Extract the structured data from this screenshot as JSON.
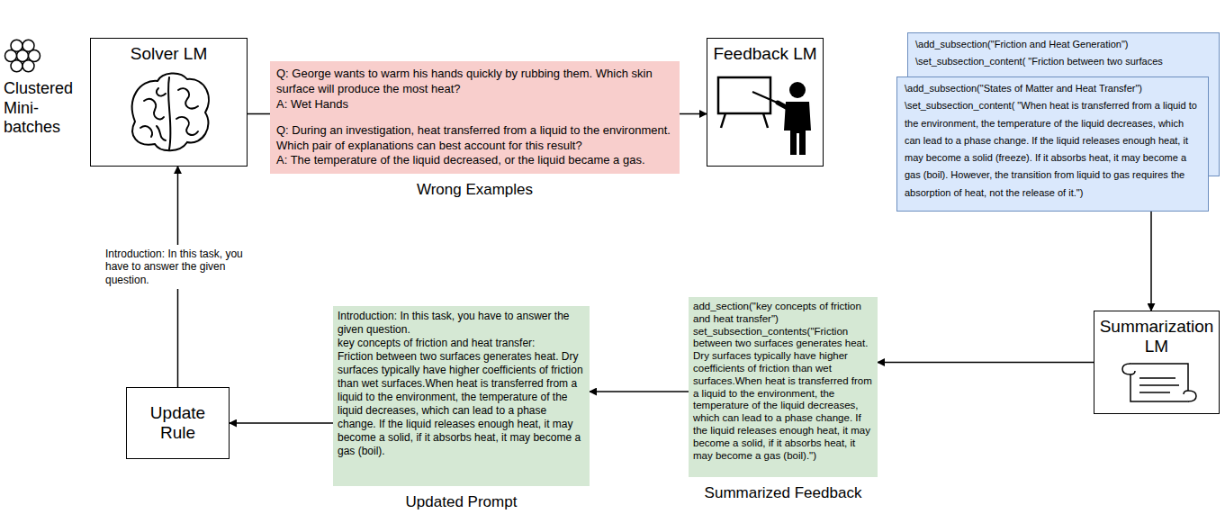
{
  "diagram": {
    "nodes": [
      {
        "text": [
          "Solver LM"
        ]
      },
      {
        "text": [
          "Q: George wants to warm his hands quickly by rubbing them. Which skin surface will produce the most heat?",
          "A: Wet Hands",
          "Q: During an investigation, heat transferred from a liquid to the environment. Which pair of explanations can best account for this result?",
          "A: The temperature of the liquid decreased, or the liquid became a gas.",
          "Wrong Examples"
        ]
      },
      {
        "text": [
          "Feedback LM"
        ]
      },
      {
        "text": [
          "\\add_subsection(\"Friction and Heat Generation\")",
          "\\set_subsection_content( \"Friction between two surfaces"
        ]
      },
      {
        "text": [
          "\\add_subsection(\"States of Matter and Heat Transfer\")",
          "\\set_subsection_content( \"When heat is transferred from a liquid to the environment, the temperature of the liquid decreases, which can lead to a phase change. If the liquid releases enough heat, it may become a solid (freeze). If it absorbs heat, it may become a gas (boil). However, the transition from liquid to gas requires the absorption of heat, not the release of it.\")"
        ]
      },
      {
        "text": [
          "Summarization LM"
        ]
      },
      {
        "text": [
          "add_section(\"key concepts of friction and heat transfer\")",
          "set_subsection_contents(\"Friction between two surfaces generates heat. Dry surfaces typically have higher coefficients of friction than wet surfaces.When heat is transferred from a liquid to the environment, the temperature of the liquid decreases, which can lead to a phase change. If the liquid releases enough heat, it may become a solid, if it absorbs heat, it may become a gas (boil).\")",
          "Summarized Feedback"
        ]
      },
      {
        "text": [
          "Introduction: In this task, you have to answer the given question.",
          "key concepts of friction and heat transfer:",
          "Friction between two surfaces generates heat. Dry surfaces typically have higher coefficients of friction than wet surfaces.When heat is transferred from a liquid to the environment, the temperature of the liquid decreases, which can lead to a phase change. If the liquid releases enough heat, it may become a solid, if it absorbs heat, it may become a gas (boil).",
          "Updated Prompt"
        ]
      },
      {
        "text": [
          "Update Rule"
        ]
      }
    ],
    "edges": [
      {
        "from": 0,
        "to": 1,
        "arrow": "none"
      },
      {
        "from": 1,
        "to": 2,
        "arrow": "to"
      },
      {
        "from": 4,
        "to": 5,
        "arrow": "to"
      },
      {
        "from": 5,
        "to": 6,
        "arrow": "to"
      },
      {
        "from": 6,
        "to": 7,
        "arrow": "to"
      },
      {
        "from": 7,
        "to": 8,
        "arrow": "to"
      },
      {
        "from": 8,
        "to": 0,
        "arrow": "to"
      }
    ],
    "labels": [
      "Clustered Mini-batches",
      "Introduction: In this task, you have to answer the given question."
    ]
  }
}
